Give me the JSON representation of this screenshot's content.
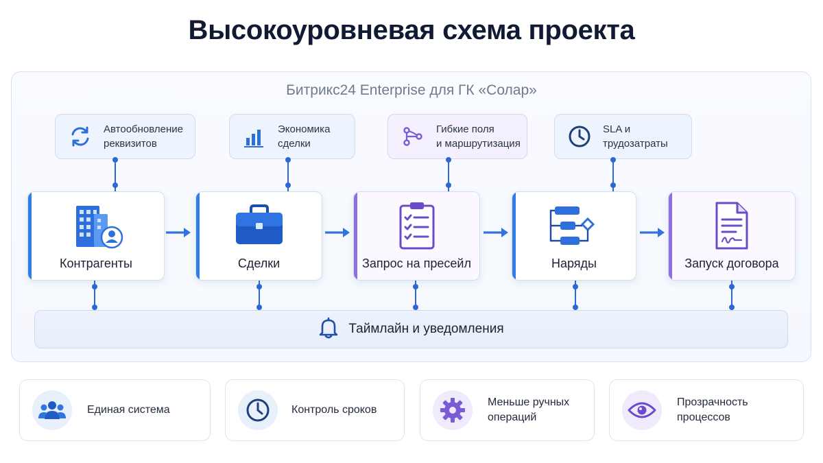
{
  "title": "Высокоуровневая схема проекта",
  "frame_title": "Битрикс24 Enterprise для ГК «Солар»",
  "features": [
    {
      "label": "Автообновление\nреквизитов",
      "icon": "refresh-icon"
    },
    {
      "label": "Экономика\nсделки",
      "icon": "bar-chart-icon"
    },
    {
      "label": "Гибкие поля\nи маршрутизация",
      "icon": "routing-icon"
    },
    {
      "label": "SLA и\nтрудозатраты",
      "icon": "clock-icon"
    }
  ],
  "stages": [
    {
      "label": "Контрагенты",
      "icon": "building-user-icon"
    },
    {
      "label": "Сделки",
      "icon": "briefcase-icon"
    },
    {
      "label": "Запрос на пресейл",
      "icon": "checklist-icon"
    },
    {
      "label": "Наряды",
      "icon": "workflow-icon"
    },
    {
      "label": "Запуск договора",
      "icon": "contract-document-icon"
    }
  ],
  "timeline": {
    "label": "Таймлайн и уведомления",
    "icon": "bell-icon"
  },
  "benefits": [
    {
      "label": "Единая система",
      "icon": "users-icon"
    },
    {
      "label": "Контроль сроков",
      "icon": "clock-icon"
    },
    {
      "label": "Меньше ручных\nопераций",
      "icon": "gear-icon"
    },
    {
      "label": "Прозрачность\nпроцессов",
      "icon": "eye-icon"
    }
  ],
  "colors": {
    "accent_blue": "#2f7de6",
    "connector_blue": "#2d67d6",
    "accent_purple": "#8c6fe0",
    "title": "#111a33"
  }
}
